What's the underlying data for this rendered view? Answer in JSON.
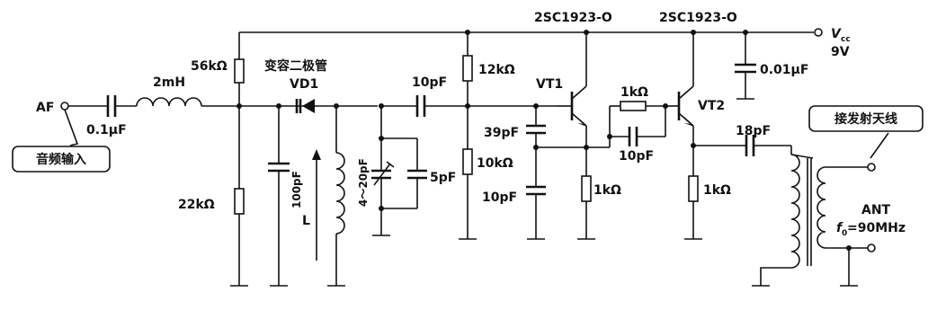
{
  "labels": {
    "af": "AF",
    "cap_in": "0.1µF",
    "ind_2mh": "2mH",
    "r56k": "56kΩ",
    "varicap_cn": "变容二极管",
    "vd1": "VD1",
    "r22k": "22kΩ",
    "c100p": "100pF",
    "l_coil": "L",
    "c4_20": "4～20pF",
    "c5p": "5pF",
    "c10p_a": "10pF",
    "r12k": "12kΩ",
    "r10k": "10kΩ",
    "c39p": "39pF",
    "c10p_b": "10pF",
    "vt1_type": "2SC1923-O",
    "vt2_type": "2SC1923-O",
    "vt1": "VT1",
    "vt2": "VT2",
    "r1k_a": "1kΩ",
    "c10p_c": "10pF",
    "r1k_b": "1kΩ",
    "r1k_c": "1kΩ",
    "c18p": "18pF",
    "vcc_v": "V",
    "vcc_sub": "cc",
    "vcc_val": "9V",
    "c001": "0.01µF",
    "antenna_cn": "接发射天线",
    "ant": "ANT",
    "f0_f": "f",
    "f0_sub": "0",
    "f0_val": "=90MHz",
    "audio_in_cn": "音频输入"
  }
}
